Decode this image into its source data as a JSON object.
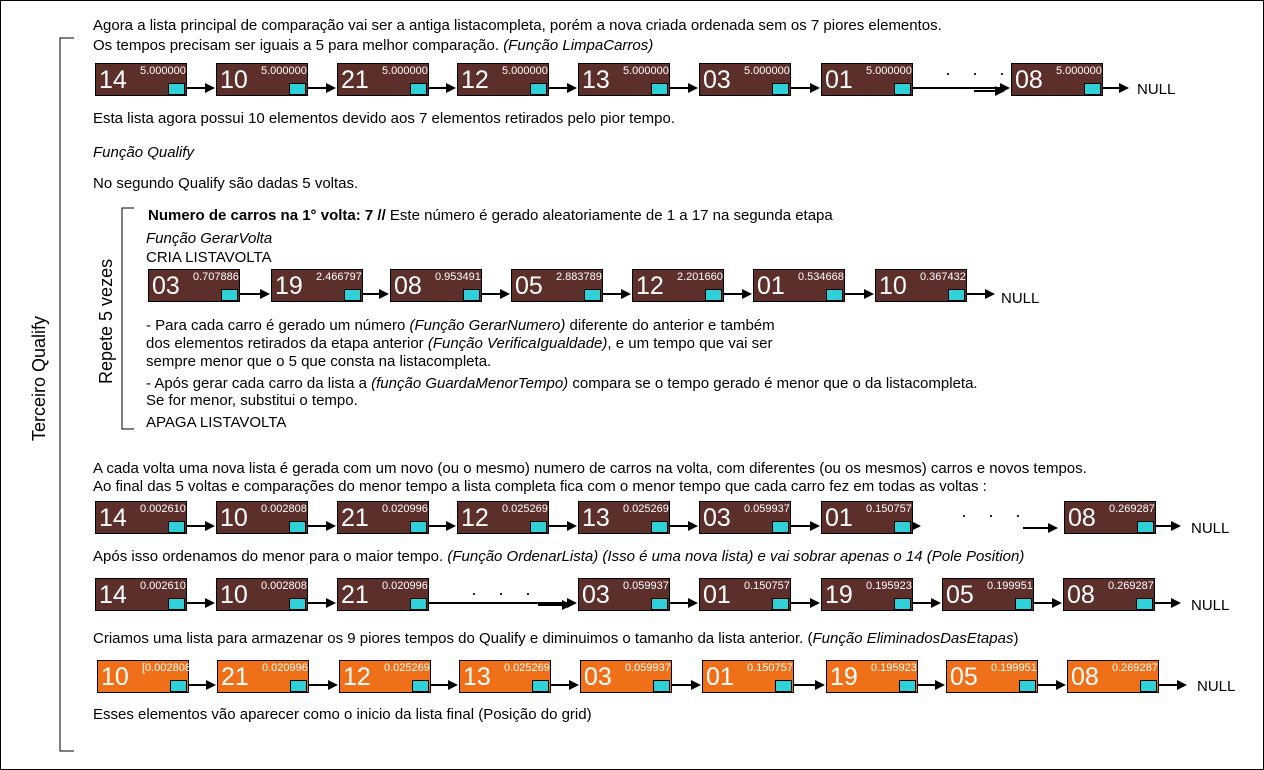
{
  "side_label": "Terceiro Qualify",
  "repeat_label": "Repete 5 vezes",
  "intro_line1": "Agora a lista principal de comparação vai ser a antiga listacompleta, porém a nova criada ordenada sem os 7 piores elementos.",
  "intro_line2": "Os tempos precisam ser iguais a 5 para melhor comparação.",
  "intro_func": "(Função LimpaCarros)",
  "after_list1": "Esta lista agora possui 10 elementos devido aos 7 elementos retirados pelo pior tempo.",
  "func_qualify": "Função Qualify",
  "second_qualify": "No segundo Qualify são dadas 5 voltas.",
  "numero_bold": "Numero de carros na 1° volta: 7 //",
  "numero_rest": " Este número é gerado aleatoriamente de 1 a 17 na segunda etapa",
  "func_gerar_volta": "Função GerarVolta",
  "cria_listavolta": "CRIA LISTAVOLTA",
  "desc1_a": "- Para cada carro é gerado um número ",
  "desc1_b": "(Função GerarNumero)",
  "desc1_c": " diferente do anterior e também",
  "desc2_a": "dos elementos retirados da etapa anterior ",
  "desc2_b": "(Função VerificaIgualdade)",
  "desc2_c": ", e um tempo que vai ser",
  "desc3": "sempre menor que o 5 que consta na listacompleta.",
  "desc4_a": "- Após gerar cada carro da lista a ",
  "desc4_b": "(função GuardaMenorTempo)",
  "desc4_c": " compara se o tempo gerado é menor que o da listacompleta.",
  "desc5": "Se for menor, substitui o tempo.",
  "apaga_listavolta": "APAGA LISTAVOLTA",
  "cada_volta": "A cada volta uma nova lista é gerada com um novo (ou o mesmo) numero de carros na volta, com diferentes (ou os mesmos) carros e novos tempos.",
  "ao_final": "Ao final das 5 voltas e comparações do menor tempo a lista completa fica com o menor tempo que cada carro fez em todas as voltas :",
  "apos_a": "Após isso ordenamos do menor para o maior tempo. ",
  "apos_b": "(Função OrdenarLista) (Isso é uma nova lista) e vai sobrar apenas o 14 (Pole Position)",
  "criamos_a": "Criamos uma lista para armazenar os 9 piores tempos do Qualify e diminuimos o tamanho da lista anterior. (",
  "criamos_b": "Função EliminadosDasEtapas",
  "criamos_c": ")",
  "esses": "Esses elementos vão aparecer como o inicio da lista final (Posição do grid)",
  "null_label": "NULL",
  "ellipsis": "· · ·",
  "colors": {
    "brown": "#5c2f2a",
    "orange": "#f07019",
    "pointer": "#2fd0d8"
  },
  "lists": {
    "list1": [
      {
        "num": "14",
        "time": "5.000000"
      },
      {
        "num": "10",
        "time": "5.000000"
      },
      {
        "num": "21",
        "time": "5.000000"
      },
      {
        "num": "12",
        "time": "5.000000"
      },
      {
        "num": "13",
        "time": "5.000000"
      },
      {
        "num": "03",
        "time": "5.000000"
      },
      {
        "num": "01",
        "time": "5.000000"
      },
      {
        "num": "08",
        "time": "5.000000"
      }
    ],
    "list2": [
      {
        "num": "03",
        "time": "0.707886"
      },
      {
        "num": "19",
        "time": "2.466797"
      },
      {
        "num": "08",
        "time": "0.953491"
      },
      {
        "num": "05",
        "time": "2.883789"
      },
      {
        "num": "12",
        "time": "2.201660"
      },
      {
        "num": "01",
        "time": "0.534668"
      },
      {
        "num": "10",
        "time": "0.367432"
      }
    ],
    "list3": [
      {
        "num": "14",
        "time": "0.002610"
      },
      {
        "num": "10",
        "time": "0.002808"
      },
      {
        "num": "21",
        "time": "0.020996"
      },
      {
        "num": "12",
        "time": "0.025269"
      },
      {
        "num": "13",
        "time": "0.025269"
      },
      {
        "num": "03",
        "time": "0.059937"
      },
      {
        "num": "01",
        "time": "0.150757"
      },
      {
        "num": "08",
        "time": "0.269287"
      }
    ],
    "list4": [
      {
        "num": "14",
        "time": "0.002610"
      },
      {
        "num": "10",
        "time": "0.002808"
      },
      {
        "num": "21",
        "time": "0.020996"
      },
      {
        "num": "03",
        "time": "0.059937"
      },
      {
        "num": "01",
        "time": "0.150757"
      },
      {
        "num": "19",
        "time": "0.195923"
      },
      {
        "num": "05",
        "time": "0.199951"
      },
      {
        "num": "08",
        "time": "0.269287"
      }
    ],
    "list5": [
      {
        "num": "10",
        "time": "[0.002808"
      },
      {
        "num": "21",
        "time": "0.020996"
      },
      {
        "num": "12",
        "time": "0.025269"
      },
      {
        "num": "13",
        "time": "0.025269"
      },
      {
        "num": "03",
        "time": "0.059937"
      },
      {
        "num": "01",
        "time": "0.150757"
      },
      {
        "num": "19",
        "time": "0.195923"
      },
      {
        "num": "05",
        "time": "0.199951"
      },
      {
        "num": "08",
        "time": "0.269287"
      }
    ]
  }
}
